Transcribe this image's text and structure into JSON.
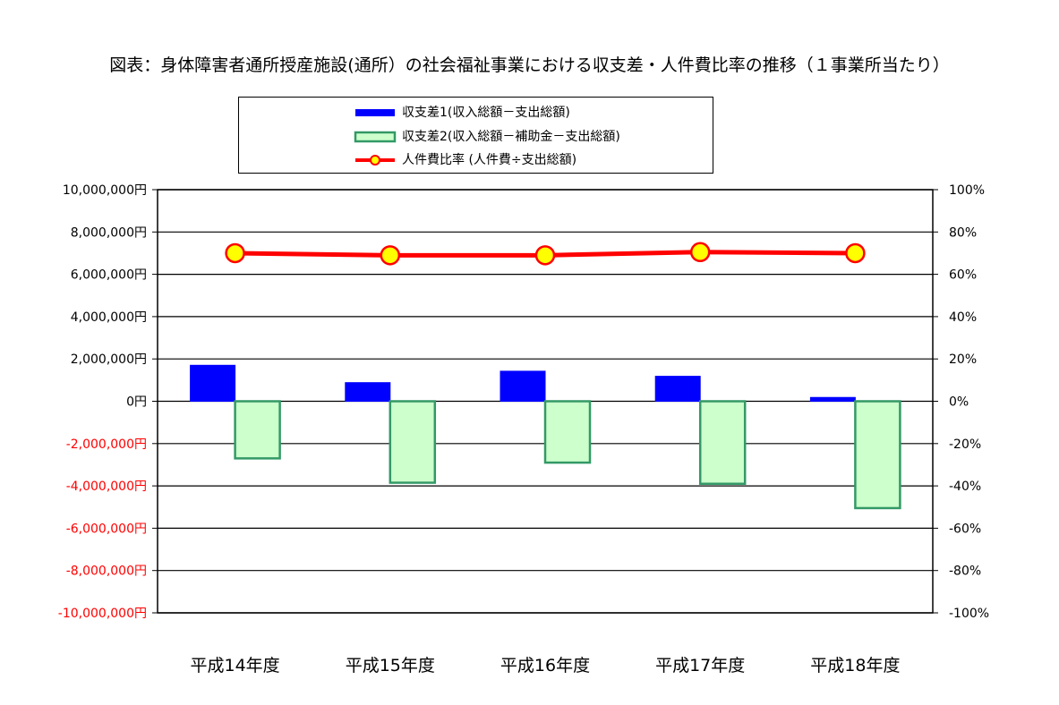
{
  "chart_data": {
    "type": "bar",
    "title": "図表：身体障害者通所授産施設(通所）の社会福祉事業における収支差・人件費比率の推移（１事業所当たり）",
    "categories": [
      "平成14年度",
      "平成15年度",
      "平成16年度",
      "平成17年度",
      "平成18年度"
    ],
    "series": [
      {
        "name": "収支差1(収入総額－支出総額)",
        "kind": "bar",
        "axis": "left",
        "color": "#0000ff",
        "stroke": "#0000ff",
        "values": [
          1700000,
          880000,
          1420000,
          1180000,
          180000
        ]
      },
      {
        "name": "収支差2(収入総額－補助金－支出総額)",
        "kind": "bar",
        "axis": "left",
        "color": "#ccffcc",
        "stroke": "#339966",
        "values": [
          -2700000,
          -3850000,
          -2900000,
          -3900000,
          -5050000
        ]
      },
      {
        "name": "人件費比率 (人件費÷支出総額)",
        "kind": "line",
        "axis": "right",
        "color": "#ff0000",
        "marker": "#ffff00",
        "values": [
          70,
          69,
          69,
          70.5,
          70
        ]
      }
    ],
    "y_left": {
      "min": -10000000,
      "max": 10000000,
      "step": 2000000,
      "tick_labels": [
        "10,000,000円",
        "8,000,000円",
        "6,000,000円",
        "4,000,000円",
        "2,000,000円",
        "0円",
        "-2,000,000円",
        "-4,000,000円",
        "-6,000,000円",
        "-8,000,000円",
        "-10,000,000円"
      ],
      "positive_color": "#000000",
      "negative_color": "#ff0000"
    },
    "y_right": {
      "min": -100,
      "max": 100,
      "step": 20,
      "tick_labels": [
        "100%",
        "80%",
        "60%",
        "40%",
        "20%",
        "0%",
        "-20%",
        "-40%",
        "-60%",
        "-80%",
        "-100%"
      ]
    },
    "grid": true,
    "legend_position": "top-center"
  }
}
